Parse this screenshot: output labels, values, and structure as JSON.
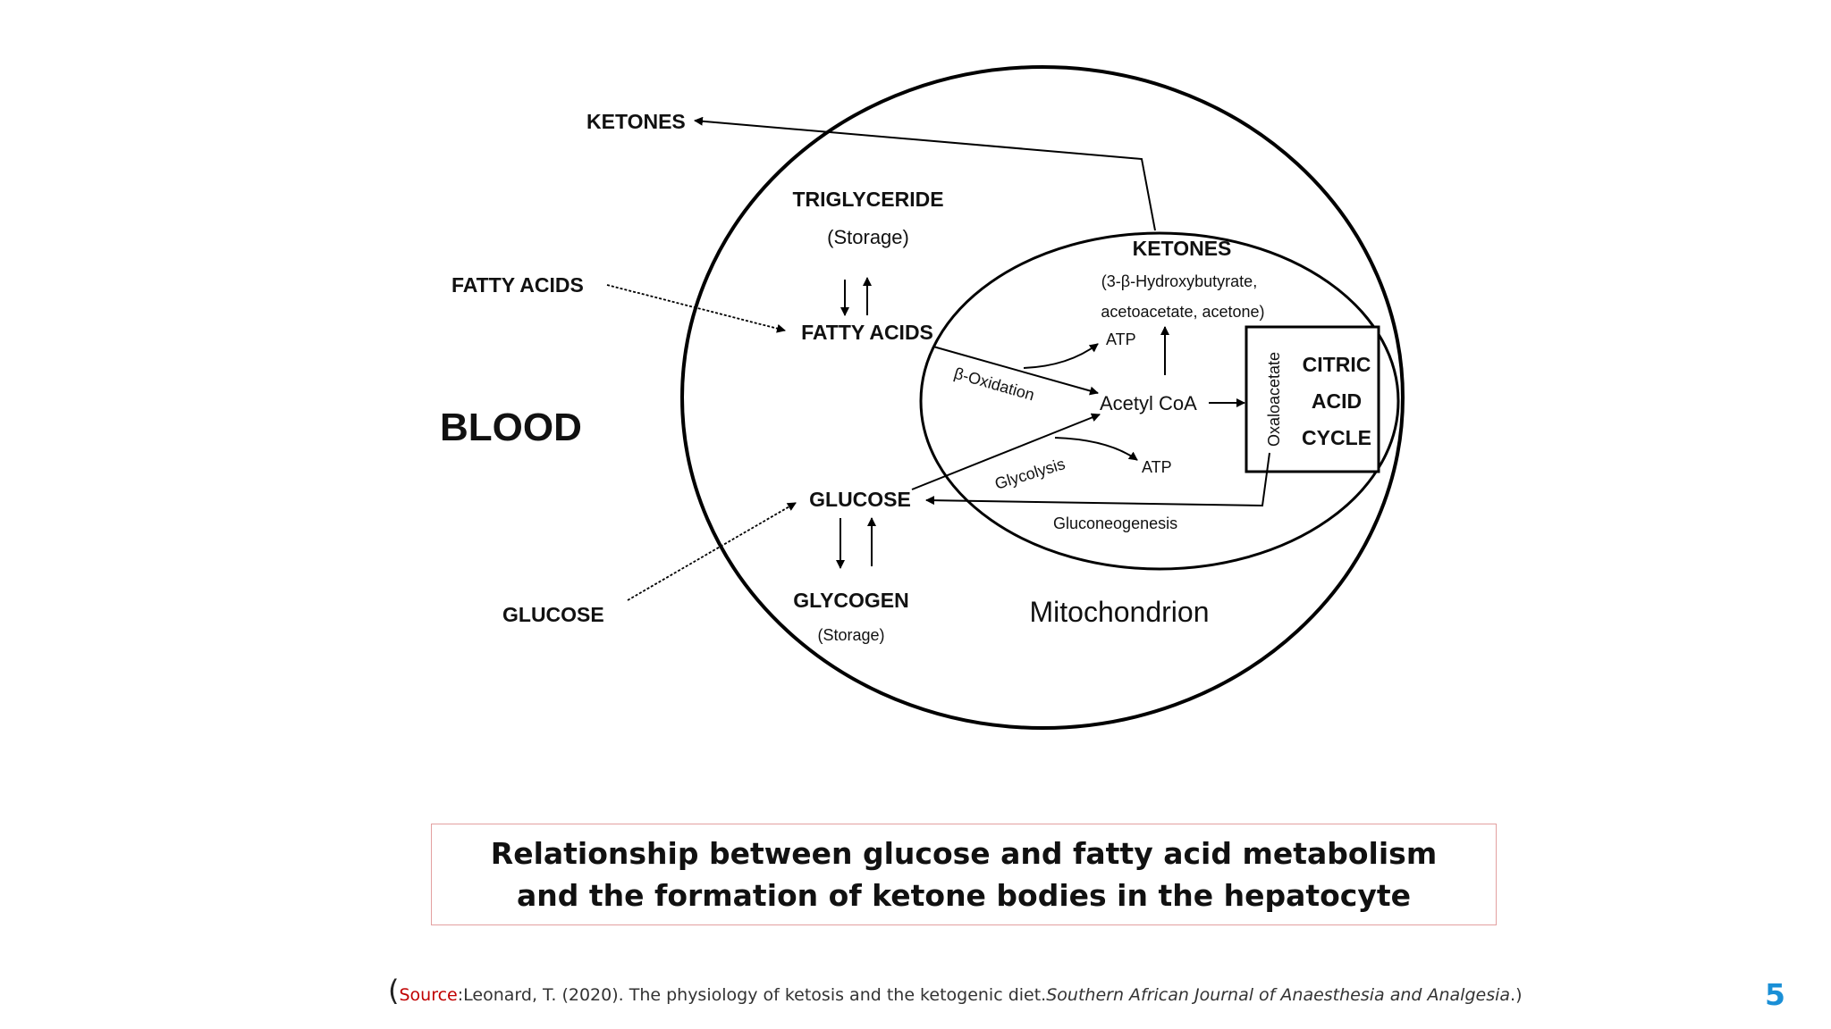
{
  "diagram": {
    "blood_label": "BLOOD",
    "mitochondrion_label": "Mitochondrion",
    "outside": {
      "ketones": "KETONES",
      "fatty_acids": "FATTY ACIDS",
      "glucose": "GLUCOSE"
    },
    "cell": {
      "triglyceride": "TRIGLYCERIDE",
      "triglyceride_note": "(Storage)",
      "fatty_acids": "FATTY ACIDS",
      "glucose": "GLUCOSE",
      "glycogen": "GLYCOGEN",
      "glycogen_note": "(Storage)"
    },
    "mitochondrion": {
      "ketones": "KETONES",
      "ketones_detail_1": "(3-β-Hydroxybutyrate,",
      "ketones_detail_2": "acetoacetate, acetone)",
      "atp_top": "ATP",
      "atp_bottom": "ATP",
      "acetyl_coa": "Acetyl CoA",
      "beta_oxidation": "β-Oxidation",
      "glycolysis": "Glycolysis",
      "gluconeogenesis": "Gluconeogenesis",
      "oxaloacetate": "Oxaloacetate",
      "citric_acid_cycle": [
        "CITRIC",
        "ACID",
        "CYCLE"
      ]
    }
  },
  "caption": {
    "title": "Relationship between glucose and fatty acid metabolism and the formation of ketone bodies in the hepatocyte"
  },
  "source": {
    "open_paren": "(",
    "label": "Source",
    "colon": ": ",
    "citation": "Leonard, T. (2020). The physiology of ketosis and the ketogenic diet. ",
    "journal": "Southern African Journal of Anaesthesia and Analgesia",
    "close": ".)"
  },
  "slide": {
    "page_number": "5"
  }
}
